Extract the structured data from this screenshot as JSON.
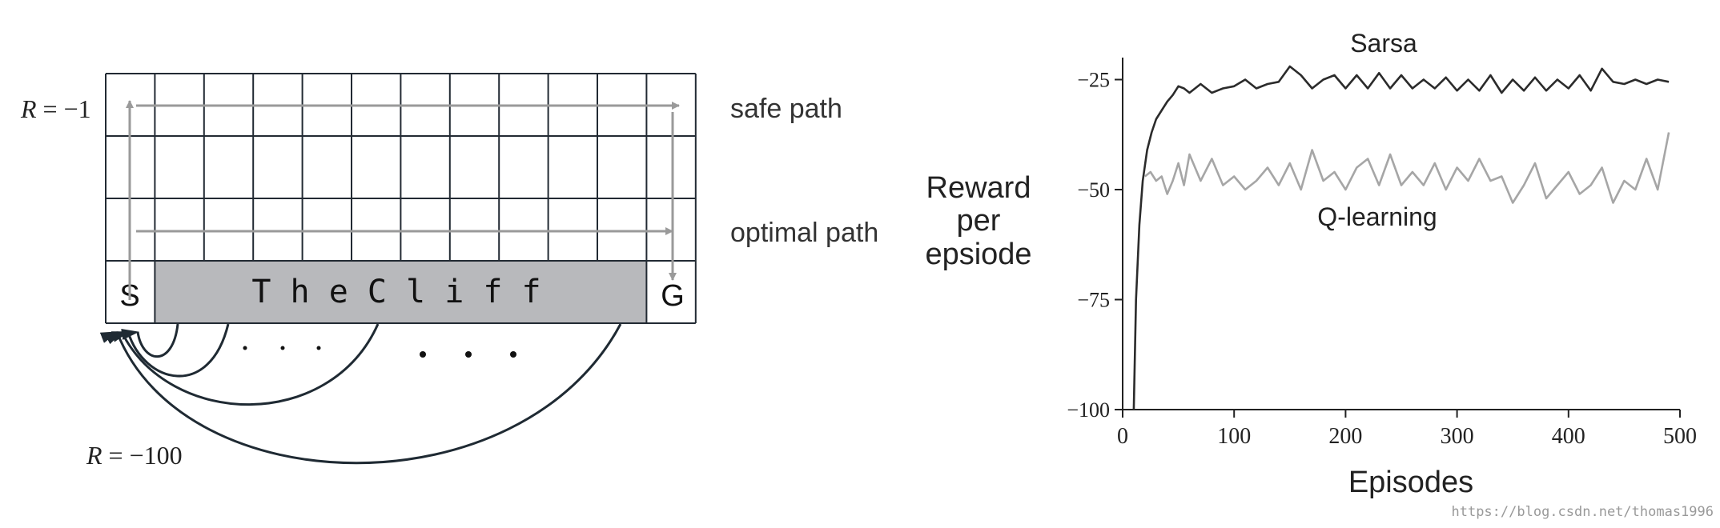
{
  "colors": {
    "background": "#ffffff",
    "grid_line": "#222a33",
    "cliff_fill": "#b8b9bc",
    "path_arrow": "#9a9a9a",
    "sarsa_line": "#2b2b2b",
    "qlearning_line": "#a6a6a6",
    "axis": "#222222"
  },
  "gridworld": {
    "columns": 12,
    "rows": 4,
    "reward_step_prefix": "R",
    "reward_step_value": " = −1",
    "reward_cliff_prefix": "R",
    "reward_cliff_value": " = −100",
    "start_label": "S",
    "goal_label": "G",
    "cliff_label": "T h e   C l i f f",
    "safe_path_label": "safe path",
    "optimal_path_label": "optimal path"
  },
  "chart_data": {
    "type": "line",
    "title": "",
    "xlabel": "Episodes",
    "ylabel": "Reward per epsiode",
    "ylabel_lines": [
      "Reward",
      "per",
      "epsiode"
    ],
    "xlim": [
      0,
      500
    ],
    "ylim": [
      -100,
      -20
    ],
    "xticks": [
      0,
      100,
      200,
      300,
      400,
      500
    ],
    "yticks": [
      -25,
      -50,
      -75,
      -100
    ],
    "ytick_labels": [
      "−25",
      "−50",
      "−75",
      "−100"
    ],
    "grid": false,
    "legend": "none (series labeled inline)",
    "series": [
      {
        "name": "Sarsa",
        "x": [
          10,
          12,
          15,
          18,
          22,
          26,
          30,
          35,
          40,
          45,
          50,
          55,
          60,
          70,
          80,
          90,
          100,
          110,
          120,
          130,
          140,
          150,
          160,
          170,
          180,
          190,
          200,
          210,
          220,
          230,
          240,
          250,
          260,
          270,
          280,
          290,
          300,
          310,
          320,
          330,
          340,
          350,
          360,
          370,
          380,
          390,
          400,
          410,
          420,
          430,
          440,
          450,
          460,
          470,
          480,
          490
        ],
        "y": [
          -100,
          -75,
          -58,
          -48,
          -41,
          -37,
          -34,
          -32,
          -30,
          -28.5,
          -26.5,
          -27,
          -28,
          -26,
          -28,
          -27,
          -26.5,
          -25,
          -27,
          -26,
          -25.5,
          -22,
          -24,
          -27,
          -25,
          -24,
          -27,
          -24,
          -27,
          -23.5,
          -27,
          -24,
          -27,
          -25,
          -27,
          -24.5,
          -27.5,
          -25,
          -27.5,
          -24,
          -28,
          -25,
          -27.5,
          -24.5,
          -27.5,
          -25,
          -27,
          -24,
          -27.5,
          -22.5,
          -25.5,
          -26,
          -25,
          -26,
          -25,
          -25.5
        ]
      },
      {
        "name": "Q-learning",
        "x": [
          20,
          25,
          30,
          35,
          40,
          45,
          50,
          55,
          60,
          70,
          80,
          90,
          100,
          110,
          120,
          130,
          140,
          150,
          160,
          170,
          180,
          190,
          200,
          210,
          220,
          230,
          240,
          250,
          260,
          270,
          280,
          290,
          300,
          310,
          320,
          330,
          340,
          350,
          360,
          370,
          380,
          390,
          400,
          410,
          420,
          430,
          440,
          450,
          460,
          470,
          480,
          490
        ],
        "y": [
          -47,
          -46,
          -48,
          -47,
          -51,
          -48,
          -44,
          -49,
          -42,
          -48,
          -43,
          -49,
          -47,
          -50,
          -48,
          -45,
          -49,
          -44,
          -50,
          -41,
          -48,
          -46,
          -50,
          -45,
          -43,
          -49,
          -42,
          -49,
          -46,
          -49,
          -44,
          -50,
          -45,
          -48,
          -43,
          -48,
          -47,
          -53,
          -49,
          -44,
          -52,
          -49,
          -46,
          -51,
          -49,
          -45,
          -53,
          -48,
          -50,
          -43,
          -50,
          -37
        ]
      }
    ]
  },
  "watermark": "https://blog.csdn.net/thomas1996"
}
